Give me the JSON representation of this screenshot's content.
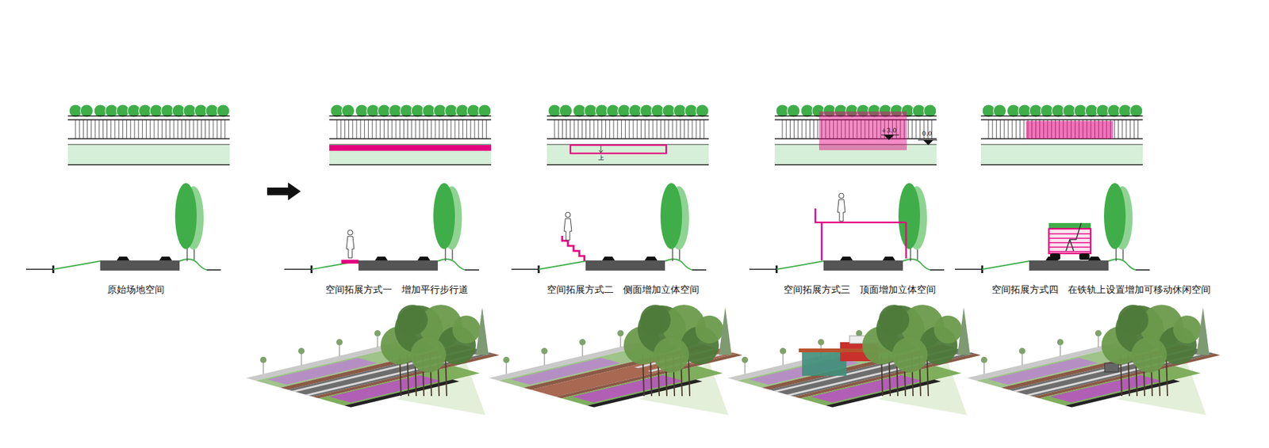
{
  "diagram": {
    "labels": [
      "原始场地空间",
      "空间拓展方式一　增加平行步行道",
      "空间拓展方式二　侧面增加立体空间",
      "空间拓展方式三　顶面增加立体空间",
      "空间拓展方式四　在铁轨上设置增加可移动休闲空间",
      "上",
      "+3.0",
      "0.0"
    ]
  }
}
